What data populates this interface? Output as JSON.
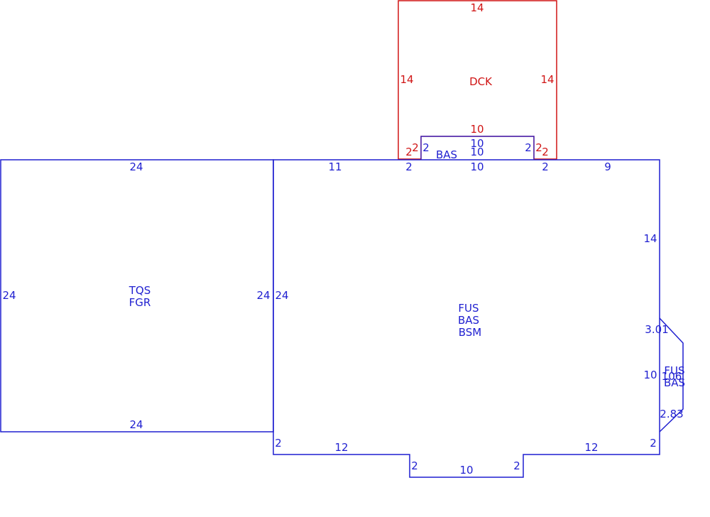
{
  "colors": {
    "blue": "#1f1fd0",
    "red": "#d01414",
    "background": "#ffffff"
  },
  "areas": {
    "deck": {
      "code": "DCK"
    },
    "garage": {
      "code1": "TQS",
      "code2": "FGR"
    },
    "house": {
      "code1": "FUS",
      "code2": "BAS",
      "code3": "BSM"
    },
    "small_bas": {
      "code": "BAS"
    },
    "bay": {
      "code1": "FUS",
      "code2": "BAS",
      "overlap": "106"
    }
  },
  "dims": {
    "deck_top": "14",
    "deck_left": "14",
    "deck_right": "14",
    "deck_bottom": "10",
    "deck_step_left_a": "2",
    "deck_step_left_b": "2",
    "deck_step_right_a": "2",
    "deck_step_right_b": "2",
    "bas_top_a": "10",
    "bas_top_b": "10",
    "bas_left": "2",
    "bas_right": "2",
    "garage_top": "24",
    "garage_left": "24",
    "garage_right": "24",
    "garage_bottom": "24",
    "house_top_a": "11",
    "house_top_b": "2",
    "house_top_c": "10",
    "house_top_d": "2",
    "house_top_e": "9",
    "house_left": "24",
    "house_right": "14",
    "bay_upper": "3.01",
    "bay_wall": "10",
    "bay_lower": "2.83",
    "house_bottom_left": "12",
    "house_bottom_right": "12",
    "house_step_left": "2",
    "house_step_right": "2",
    "notch_left": "2",
    "notch_bottom": "10",
    "notch_right": "2"
  }
}
